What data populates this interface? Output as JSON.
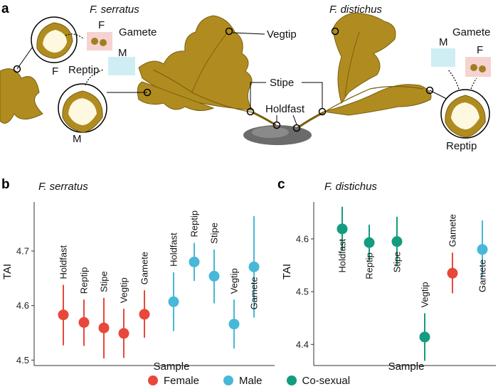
{
  "panel_labels": {
    "a": "a",
    "b": "b",
    "c": "c"
  },
  "illustration": {
    "left_species": "F. serratus",
    "right_species": "F. distichus",
    "labels": {
      "gamete_left": "Gamete",
      "gamete_right": "Gamete",
      "f_left": "F",
      "f_left_bottom": "F",
      "m_left": "M",
      "m_left_bottom": "M",
      "reptip_left": "Reptip",
      "reptip_right": "Reptip",
      "vegtip": "Vegtip",
      "stipe": "Stipe",
      "holdfast": "Holdfast",
      "m_right": "M",
      "f_right": "F"
    }
  },
  "colors": {
    "female": "#e8483a",
    "male": "#48b8d8",
    "cosexual": "#139c7f",
    "algae": "#b08c20",
    "algae_dark": "#7a5f10"
  },
  "chart_data": [
    {
      "type": "scatter",
      "panel": "b",
      "title": "F. serratus",
      "xlabel": "Sample",
      "ylabel": "TAI",
      "ylim": [
        4.49,
        4.79
      ],
      "yticks": [
        4.5,
        4.6,
        4.7
      ],
      "yticks_labels": [
        "4.5",
        "4.6",
        "4.7"
      ],
      "grid": false,
      "points": [
        {
          "label": "Holdfast",
          "sex": "Female",
          "y": 4.583,
          "low": 4.527,
          "high": 4.638
        },
        {
          "label": "Reptip",
          "sex": "Female",
          "y": 4.569,
          "low": 4.526,
          "high": 4.611
        },
        {
          "label": "Stipe",
          "sex": "Female",
          "y": 4.559,
          "low": 4.503,
          "high": 4.614
        },
        {
          "label": "Vegtip",
          "sex": "Female",
          "y": 4.549,
          "low": 4.504,
          "high": 4.594
        },
        {
          "label": "Gamete",
          "sex": "Female",
          "y": 4.584,
          "low": 4.541,
          "high": 4.628
        },
        {
          "label": "Holdfast",
          "sex": "Male",
          "y": 4.607,
          "low": 4.553,
          "high": 4.661
        },
        {
          "label": "Reptip",
          "sex": "Male",
          "y": 4.68,
          "low": 4.645,
          "high": 4.715
        },
        {
          "label": "Stipe",
          "sex": "Male",
          "y": 4.654,
          "low": 4.604,
          "high": 4.703
        },
        {
          "label": "Vegtip",
          "sex": "Male",
          "y": 4.566,
          "low": 4.521,
          "high": 4.611
        },
        {
          "label": "Gamete",
          "sex": "Male",
          "y": 4.671,
          "low": 4.578,
          "high": 4.764
        }
      ]
    },
    {
      "type": "scatter",
      "panel": "c",
      "title": "F. distichus",
      "xlabel": "Sample",
      "ylabel": "TAI",
      "ylim": [
        4.36,
        4.67
      ],
      "yticks": [
        4.4,
        4.5,
        4.6
      ],
      "yticks_labels": [
        "4.4",
        "4.5",
        "4.6"
      ],
      "grid": false,
      "points": [
        {
          "label": "Holdfast",
          "sex": "Co-sexual",
          "y": 4.619,
          "low": 4.577,
          "high": 4.661
        },
        {
          "label": "Reptip",
          "sex": "Co-sexual",
          "y": 4.593,
          "low": 4.559,
          "high": 4.627
        },
        {
          "label": "Stipe",
          "sex": "Co-sexual",
          "y": 4.595,
          "low": 4.548,
          "high": 4.642
        },
        {
          "label": "Vegtip",
          "sex": "Co-sexual",
          "y": 4.414,
          "low": 4.369,
          "high": 4.459
        },
        {
          "label": "Gamete",
          "sex": "Female",
          "y": 4.535,
          "low": 4.497,
          "high": 4.574
        },
        {
          "label": "Gamete",
          "sex": "Male",
          "y": 4.58,
          "low": 4.527,
          "high": 4.635
        }
      ]
    }
  ],
  "legend": [
    {
      "label": "Female",
      "color": "#e8483a"
    },
    {
      "label": "Male",
      "color": "#48b8d8"
    },
    {
      "label": "Co-sexual",
      "color": "#139c7f"
    }
  ]
}
